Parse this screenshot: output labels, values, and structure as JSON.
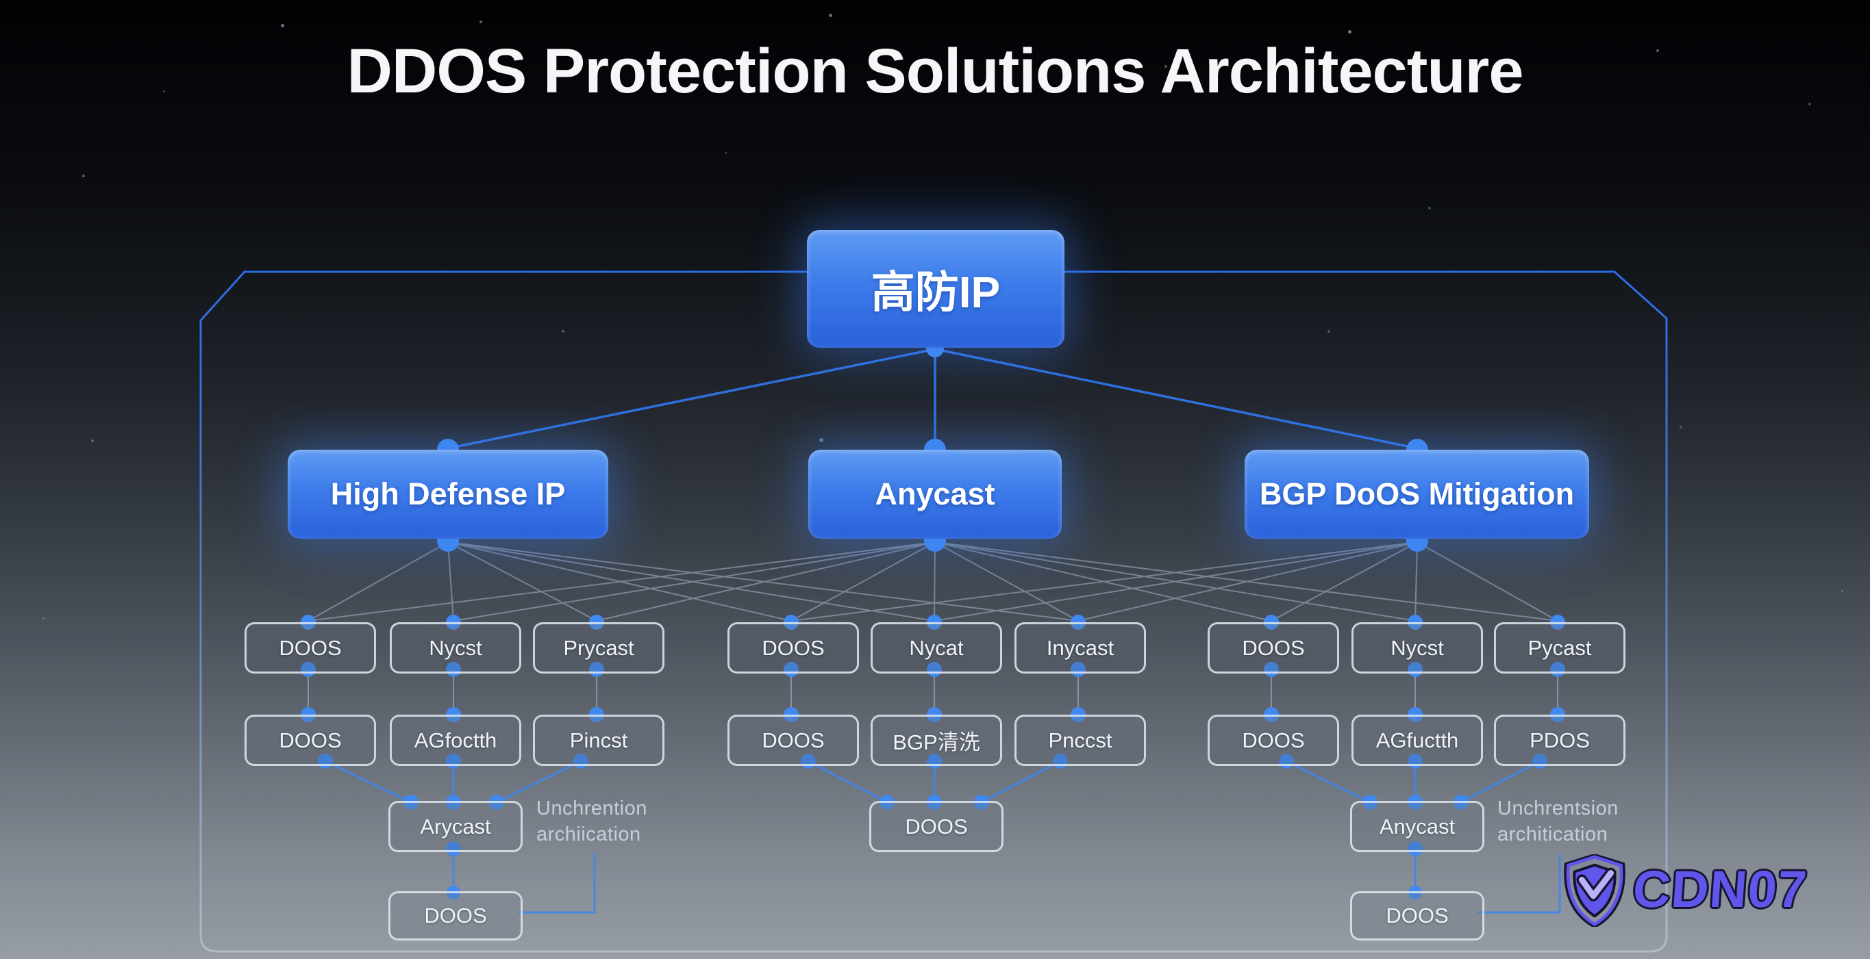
{
  "title": "DDOS Protection Solutions Architecture",
  "root": {
    "label": "高防IP"
  },
  "branches": [
    {
      "label": "High Defense IP"
    },
    {
      "label": "Anycast"
    },
    {
      "label": "BGP DoOS Mitigation"
    }
  ],
  "groups": [
    {
      "row1": [
        "DOOS",
        "Nycst",
        "Prycast"
      ],
      "row2": [
        "DOOS",
        "AGfoctth",
        "Pincst"
      ],
      "hub": "Arycast",
      "leaf": "DOOS",
      "note": [
        "Unchrention",
        "archiication"
      ]
    },
    {
      "row1": [
        "DOOS",
        "Nycat",
        "Inycast"
      ],
      "row2": [
        "DOOS",
        "BGP清洗",
        "Pnccst"
      ],
      "hub": "DOOS"
    },
    {
      "row1": [
        "DOOS",
        "Nycst",
        "Pycast"
      ],
      "row2": [
        "DOOS",
        "AGfuctth",
        "PDOS"
      ],
      "hub": "Anycast",
      "leaf": "DOOS",
      "note": [
        "Unchrentsion",
        "architication"
      ]
    }
  ],
  "watermark": {
    "brand": "CDN07",
    "icon": "shield-check-icon"
  },
  "colors": {
    "accent_blue": "#3b82ee",
    "node_gradient_top": "#5d9af3",
    "node_gradient_bottom": "#2961da",
    "mesh_line": "#a6b4c8",
    "frame_blue": "#2b6ce6",
    "watermark_purple": "#6156ea"
  }
}
